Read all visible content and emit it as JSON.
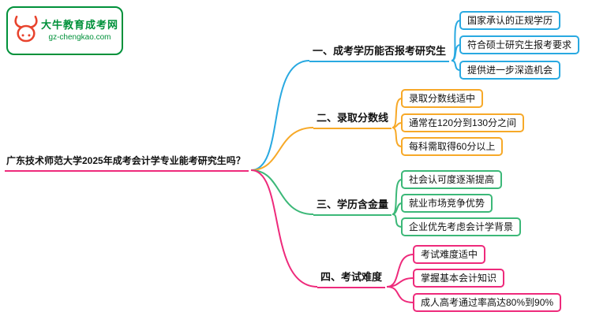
{
  "logo": {
    "site_name": "大牛教育成考网",
    "site_url": "gz-chengkao.com"
  },
  "root": {
    "label": "广东技术师范大学2025年成考会计学专业能考研究生吗？"
  },
  "colors": {
    "branch1": "#29a9e1",
    "branch2": "#f7a928",
    "branch3": "#3cb878",
    "branch4": "#ee2a7b",
    "root_accent": "#ee2a7b",
    "logo_green": "#00913a",
    "logo_red": "#e8432d"
  },
  "branches": [
    {
      "label": "一、成考学历能否报考研究生",
      "color": "#29a9e1",
      "items": [
        "国家承认的正规学历",
        "符合硕士研究生报考要求",
        "提供进一步深造机会"
      ]
    },
    {
      "label": "二、录取分数线",
      "color": "#f7a928",
      "items": [
        "录取分数线适中",
        "通常在120分到130分之间",
        "每科需取得60分以上"
      ]
    },
    {
      "label": "三、学历含金量",
      "color": "#3cb878",
      "items": [
        "社会认可度逐渐提高",
        "就业市场竞争优势",
        "企业优先考虑会计学背景"
      ]
    },
    {
      "label": "四、考试难度",
      "color": "#ee2a7b",
      "items": [
        "考试难度适中",
        "掌握基本会计知识",
        "成人高考通过率高达80%到90%"
      ]
    }
  ]
}
